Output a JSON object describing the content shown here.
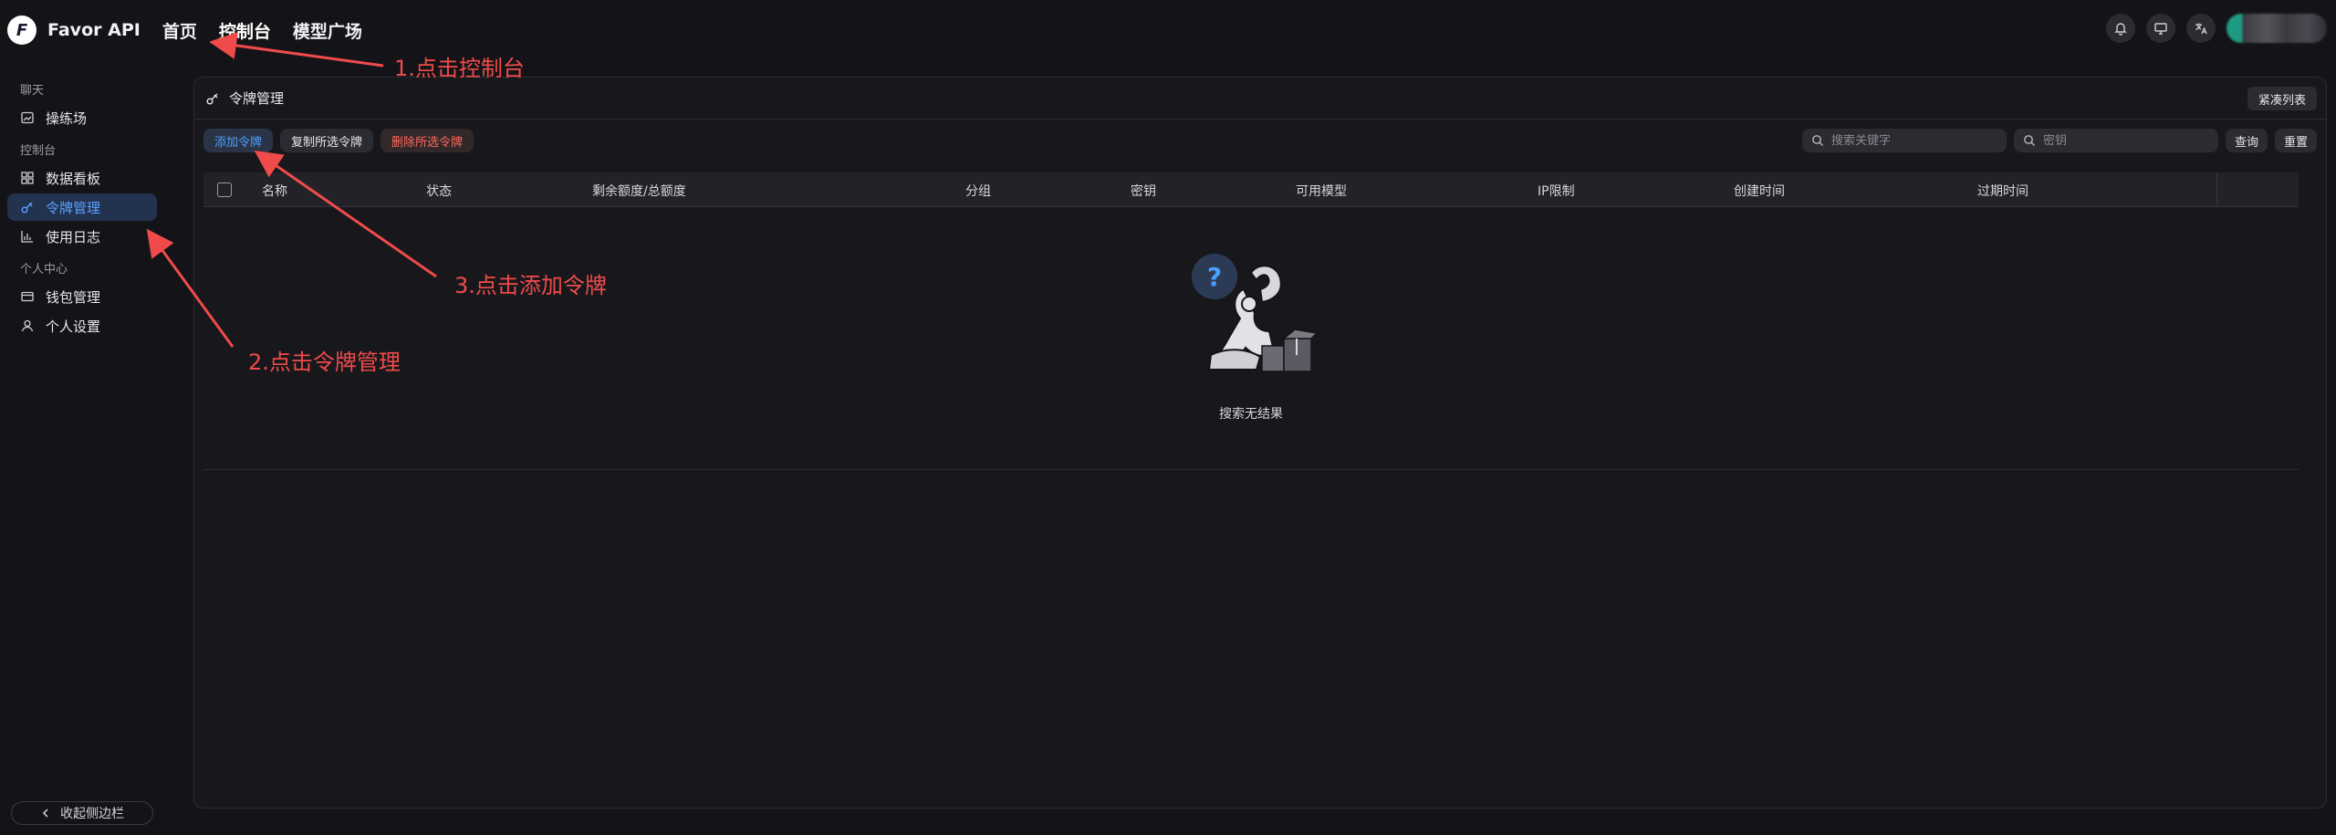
{
  "header": {
    "logo_letter": "F",
    "brand": "Favor API",
    "nav": [
      "首页",
      "控制台",
      "模型广场"
    ],
    "icons": [
      "bell-icon",
      "monitor-icon",
      "translate-icon"
    ]
  },
  "sidebar": {
    "groups": [
      {
        "label": "聊天",
        "items": [
          {
            "label": "操练场",
            "icon": "playground-icon"
          }
        ]
      },
      {
        "label": "控制台",
        "items": [
          {
            "label": "数据看板",
            "icon": "dashboard-icon"
          },
          {
            "label": "令牌管理",
            "icon": "key-icon",
            "active": true
          },
          {
            "label": "使用日志",
            "icon": "chart-icon"
          }
        ]
      },
      {
        "label": "个人中心",
        "items": [
          {
            "label": "钱包管理",
            "icon": "wallet-icon"
          },
          {
            "label": "个人设置",
            "icon": "user-icon"
          }
        ]
      }
    ],
    "collapse_label": "收起侧边栏"
  },
  "main": {
    "title": "令牌管理",
    "compact_label": "紧凑列表",
    "toolbar": {
      "add": "添加令牌",
      "copy": "复制所选令牌",
      "delete": "删除所选令牌",
      "search_keyword_placeholder": "搜索关键字",
      "search_key_placeholder": "密钥",
      "query": "查询",
      "reset": "重置"
    },
    "columns": [
      "名称",
      "状态",
      "剩余额度/总额度",
      "分组",
      "密钥",
      "可用模型",
      "IP限制",
      "创建时间",
      "过期时间"
    ],
    "empty_text": "搜索无结果"
  },
  "annotations": {
    "step1": "1.点击控制台",
    "step2": "2.点击令牌管理",
    "step3": "3.点击添加令牌",
    "color": "#ef4b4b"
  },
  "colors": {
    "background": "#141418",
    "accent": "#4aa0ff",
    "active_bg": "#23324f",
    "danger": "#ff6a5c"
  }
}
